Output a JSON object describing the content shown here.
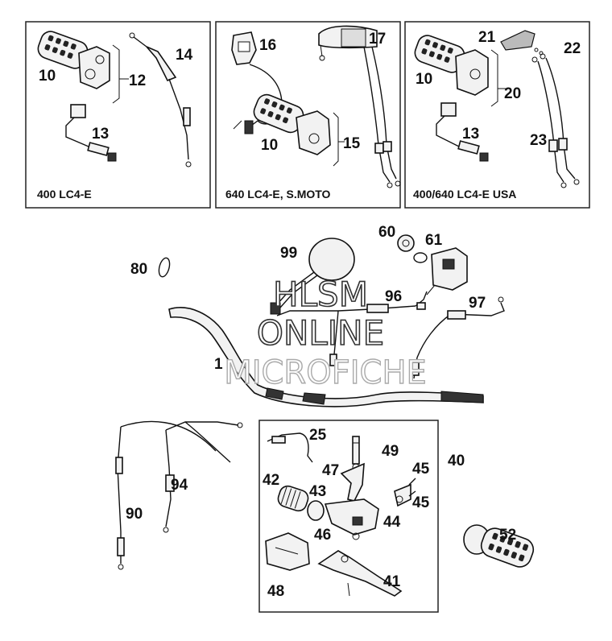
{
  "panels": {
    "left": {
      "caption": "400 LC4-E"
    },
    "middle": {
      "caption": "640 LC4-E, S.MOTO"
    },
    "right": {
      "caption": "400/640 LC4-E USA"
    }
  },
  "callouts": {
    "p10a": "10",
    "p12": "12",
    "p13a": "13",
    "p14": "14",
    "p16": "16",
    "p17": "17",
    "p10b": "10",
    "p15": "15",
    "p21": "21",
    "p22": "22",
    "p10c": "10",
    "p20": "20",
    "p13b": "13",
    "p23": "23",
    "p80": "80",
    "p99": "99",
    "p60": "60",
    "p61": "61",
    "p96": "96",
    "p97": "97",
    "p1": "1",
    "p25": "25",
    "p49": "49",
    "p47": "47",
    "p40": "40",
    "p45a": "45",
    "p45b": "45",
    "p42": "42",
    "p43": "43",
    "p44": "44",
    "p46": "46",
    "p94": "94",
    "p90": "90",
    "p52": "52",
    "p41": "41",
    "p48": "48"
  },
  "watermark": {
    "line1": "HLSM",
    "line2": "ONLINE",
    "line3": "MICROFICHE"
  }
}
